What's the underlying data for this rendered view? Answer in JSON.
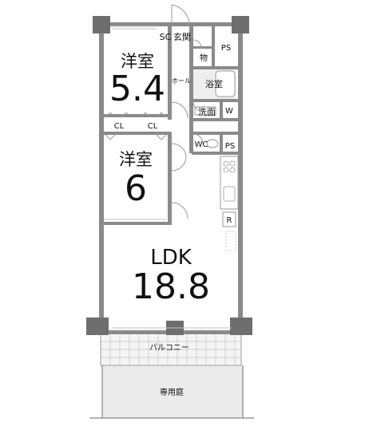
{
  "rooms": {
    "western_room_1": {
      "name": "洋室",
      "size": "5.4"
    },
    "western_room_2": {
      "name": "洋室",
      "size": "6"
    },
    "ldk": {
      "name": "LDK",
      "size": "18.8"
    }
  },
  "labels": {
    "shoe_closet": "SC",
    "entrance": "玄関",
    "pipe_space_top": "PS",
    "storage": "物",
    "hall": "ホール",
    "bathroom": "浴室",
    "washroom": "洗面",
    "washer": "W",
    "closet_left": "CL",
    "closet_right": "CL",
    "toilet": "WC",
    "pipe_space_mid": "PS",
    "refrigerator": "R",
    "balcony": "バルコニー",
    "private_garden": "専用庭"
  }
}
